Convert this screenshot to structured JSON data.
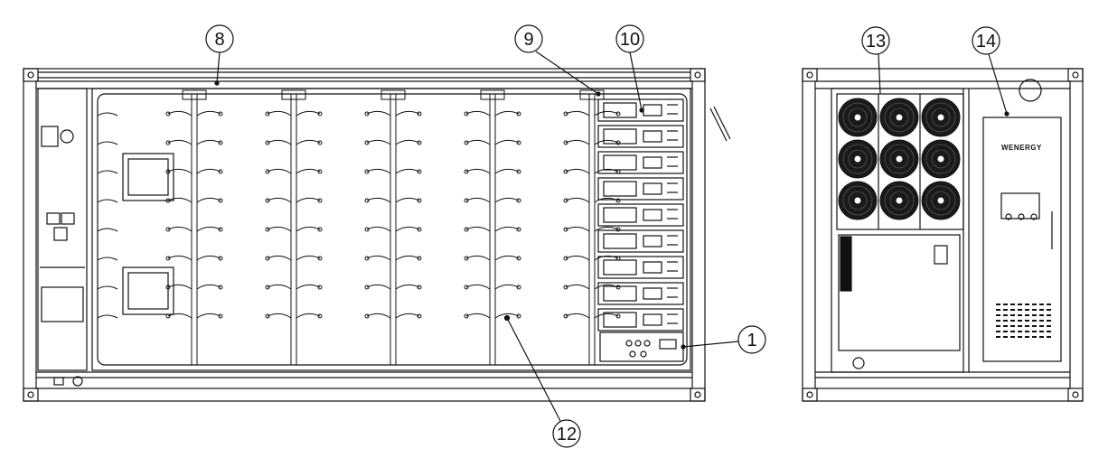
{
  "callouts": {
    "c1": "1",
    "c8": "8",
    "c9": "9",
    "c10": "10",
    "c12": "12",
    "c13": "13",
    "c14": "14"
  },
  "pcs": {
    "brand": "WENERGY"
  },
  "colors": {
    "line": "#111111",
    "fan": "#1a1a1a",
    "background": "#ffffff"
  }
}
